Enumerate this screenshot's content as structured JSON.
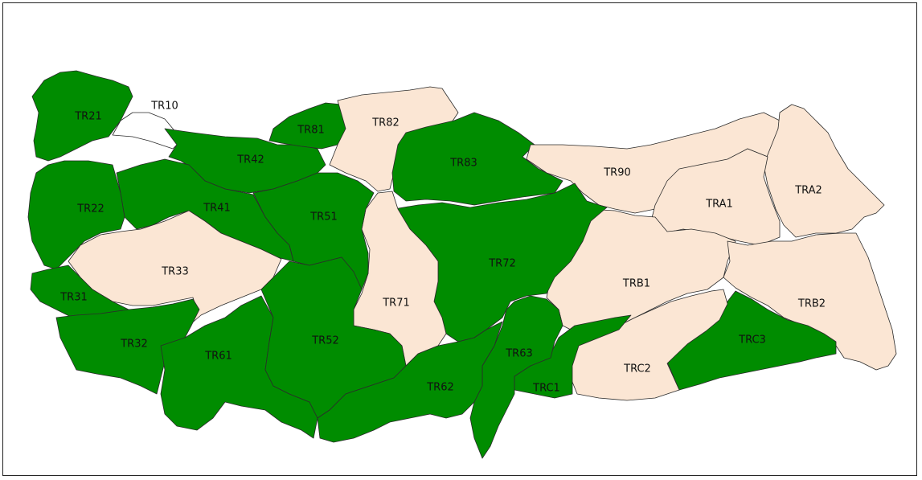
{
  "colors": {
    "green": "#008c00",
    "beige": "#fbe6d4",
    "border": "#2b2b2b"
  },
  "regions": [
    {
      "code": "TR10",
      "fill": "none"
    },
    {
      "code": "TR21",
      "fill": "green"
    },
    {
      "code": "TR22",
      "fill": "green"
    },
    {
      "code": "TR31",
      "fill": "green"
    },
    {
      "code": "TR32",
      "fill": "green"
    },
    {
      "code": "TR33",
      "fill": "beige"
    },
    {
      "code": "TR41",
      "fill": "green"
    },
    {
      "code": "TR42",
      "fill": "green"
    },
    {
      "code": "TR51",
      "fill": "green"
    },
    {
      "code": "TR52",
      "fill": "green"
    },
    {
      "code": "TR61",
      "fill": "green"
    },
    {
      "code": "TR62",
      "fill": "green"
    },
    {
      "code": "TR63",
      "fill": "green"
    },
    {
      "code": "TR71",
      "fill": "beige"
    },
    {
      "code": "TR72",
      "fill": "green"
    },
    {
      "code": "TR81",
      "fill": "green"
    },
    {
      "code": "TR82",
      "fill": "beige"
    },
    {
      "code": "TR83",
      "fill": "green"
    },
    {
      "code": "TR90",
      "fill": "beige"
    },
    {
      "code": "TRA1",
      "fill": "beige"
    },
    {
      "code": "TRA2",
      "fill": "beige"
    },
    {
      "code": "TRB1",
      "fill": "beige"
    },
    {
      "code": "TRB2",
      "fill": "beige"
    },
    {
      "code": "TRC1",
      "fill": "green"
    },
    {
      "code": "TRC2",
      "fill": "beige"
    },
    {
      "code": "TRC3",
      "fill": "green"
    }
  ]
}
